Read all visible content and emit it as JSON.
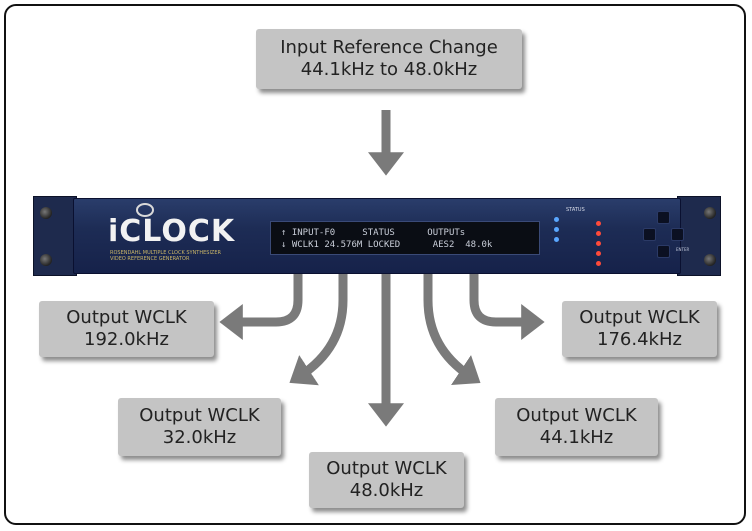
{
  "input_box": {
    "line1": "Input Reference Change",
    "line2": "44.1kHz to 48.0kHz"
  },
  "device": {
    "logo": "iCLOCK",
    "logo_sub": "ROSENDAHL MULTIPLE CLOCK SYNTHESIZER VIDEO REFERENCE GENERATOR",
    "lcd_line1": "↑ INPUT-F0     STATUS      OUTPUTs",
    "lcd_line2": "↓ WCLK1 24.576M LOCKED      AES2  48.0k",
    "status_title": "STATUS",
    "enter_label": "ENTER",
    "colors": {
      "panel": "#1d2c55",
      "led_blue": "#5aa7ff",
      "led_red": "#ff4a3a"
    }
  },
  "outputs": [
    {
      "line1": "Output WCLK",
      "line2": "192.0kHz"
    },
    {
      "line1": "Output WCLK",
      "line2": "32.0kHz"
    },
    {
      "line1": "Output WCLK",
      "line2": "48.0kHz"
    },
    {
      "line1": "Output WCLK",
      "line2": "44.1kHz"
    },
    {
      "line1": "Output WCLK",
      "line2": "176.4kHz"
    }
  ],
  "colors": {
    "arrow": "#7a7a7a",
    "box": "#c4c4c4",
    "border": "#111111"
  }
}
